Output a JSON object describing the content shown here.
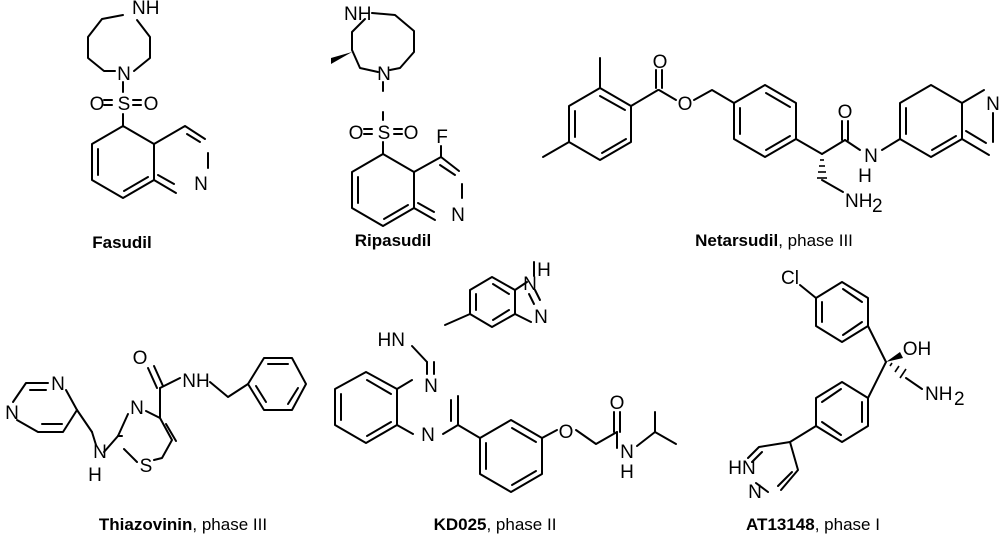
{
  "compounds": [
    {
      "name": "Fasudil",
      "phase": ""
    },
    {
      "name": "Ripasudil",
      "phase": ""
    },
    {
      "name": "Netarsudil",
      "phase": ", phase III"
    },
    {
      "name": "Thiazovinin",
      "phase": ", phase III"
    },
    {
      "name": "KD025",
      "phase": ", phase II"
    },
    {
      "name": "AT13148",
      "phase": ", phase I"
    }
  ],
  "atoms": {
    "nh": "NH",
    "n": "N",
    "o": "O",
    "s": "S",
    "f": "F",
    "cl": "Cl",
    "h": "H",
    "oh": "OH",
    "nh2": "NH",
    "nh2_sub": "2",
    "hn": "HN"
  }
}
